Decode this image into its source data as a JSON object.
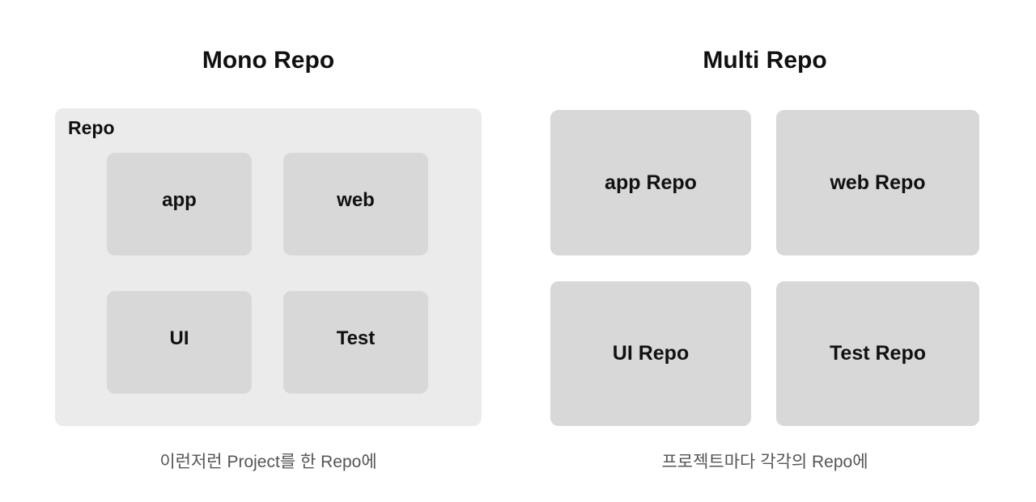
{
  "diagram": {
    "mono": {
      "title": "Mono Repo",
      "container_label": "Repo",
      "boxes": [
        {
          "label": "app"
        },
        {
          "label": "web"
        },
        {
          "label": "UI"
        },
        {
          "label": "Test"
        }
      ],
      "caption": "이런저런 Project를 한 Repo에"
    },
    "multi": {
      "title": "Multi Repo",
      "boxes": [
        {
          "label": "app Repo"
        },
        {
          "label": "web Repo"
        },
        {
          "label": "UI Repo"
        },
        {
          "label": "Test Repo"
        }
      ],
      "caption": "프로젝트마다 각각의 Repo에"
    },
    "colors": {
      "page_bg": "#ffffff",
      "container_bg": "#ebebeb",
      "box_bg": "#d8d8d8",
      "title_text": "#111111",
      "caption_text": "#555555"
    }
  }
}
